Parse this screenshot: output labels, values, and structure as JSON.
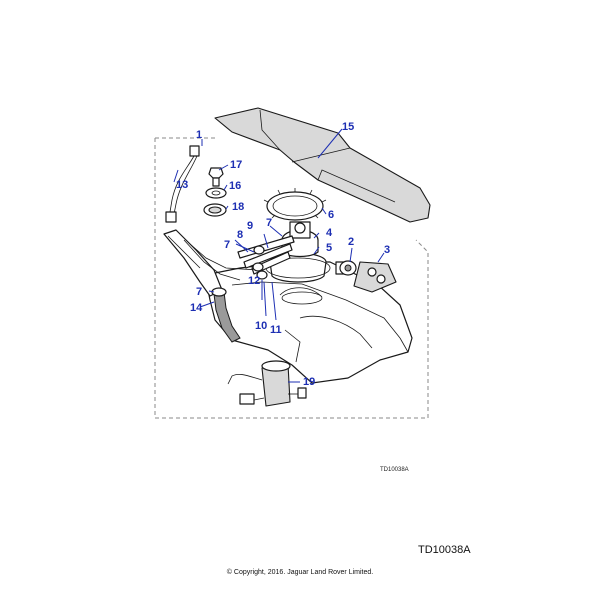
{
  "diagram": {
    "callouts": [
      {
        "id": "1",
        "label": "1"
      },
      {
        "id": "2",
        "label": "2"
      },
      {
        "id": "3",
        "label": "3"
      },
      {
        "id": "4",
        "label": "4"
      },
      {
        "id": "5",
        "label": "5"
      },
      {
        "id": "6",
        "label": "6"
      },
      {
        "id": "7a",
        "label": "7"
      },
      {
        "id": "7b",
        "label": "7"
      },
      {
        "id": "7c",
        "label": "7"
      },
      {
        "id": "8",
        "label": "8"
      },
      {
        "id": "9",
        "label": "9"
      },
      {
        "id": "10",
        "label": "10"
      },
      {
        "id": "11",
        "label": "11"
      },
      {
        "id": "12",
        "label": "12"
      },
      {
        "id": "13",
        "label": "13"
      },
      {
        "id": "14",
        "label": "14"
      },
      {
        "id": "15",
        "label": "15"
      },
      {
        "id": "16",
        "label": "16"
      },
      {
        "id": "17",
        "label": "17"
      },
      {
        "id": "18",
        "label": "18"
      },
      {
        "id": "19",
        "label": "19"
      }
    ],
    "ref_small": "TD10038A",
    "ref_large": "TD10038A",
    "copyright": "© Copyright, 2016. Jaguar Land Rover Limited.",
    "colors": {
      "callout": "#1d2fb3",
      "line": "#1a1a1a",
      "frame": "#8a8a8a"
    }
  }
}
